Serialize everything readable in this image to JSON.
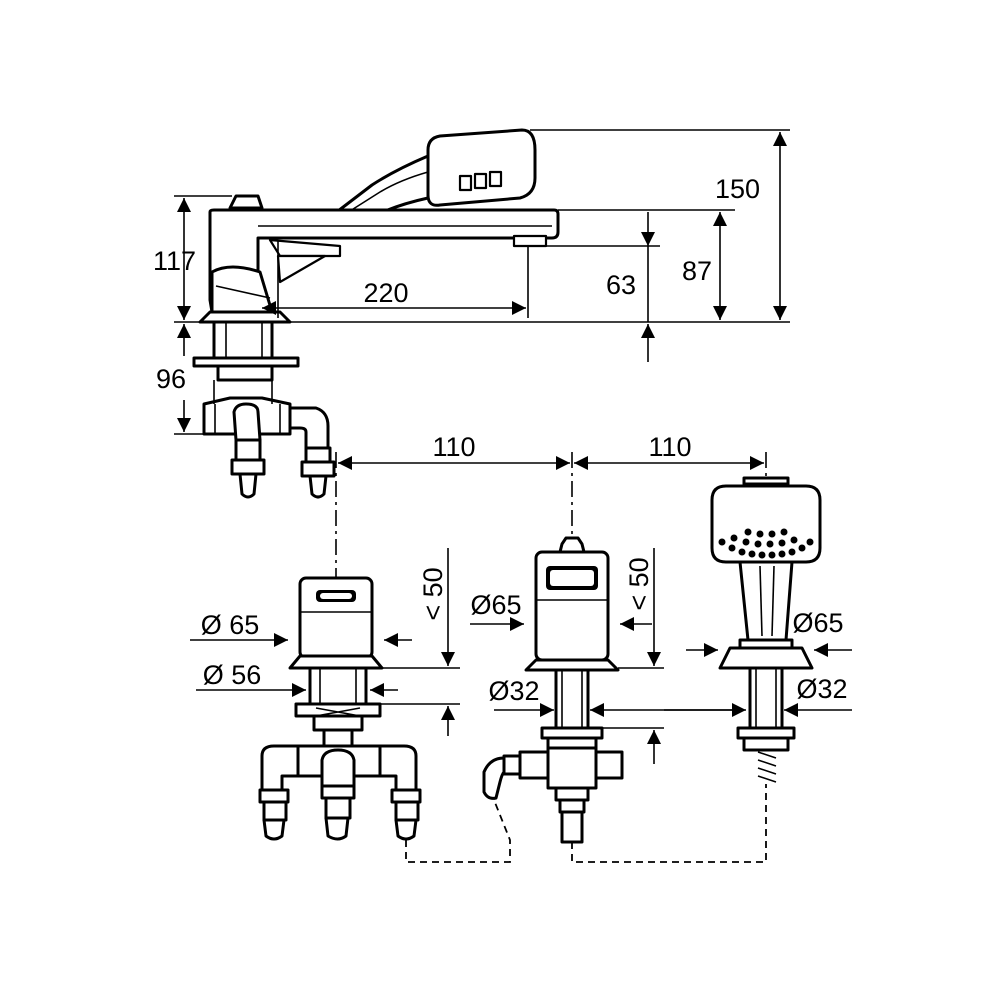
{
  "dimensions": {
    "height_overall": "150",
    "height_spout": "117",
    "height_outlet": "63",
    "height_handspray": "87",
    "spout_reach": "220",
    "below_deck": "96",
    "spacing_left": "110",
    "spacing_right": "110",
    "max_deck_left": "< 50",
    "max_deck_middle": "< 50",
    "rosette_left": "Ø 65",
    "shank_left": "Ø 56",
    "rosette_middle": "Ø65",
    "shank_middle": "Ø32",
    "rosette_right": "Ø65",
    "shank_right": "Ø32"
  }
}
